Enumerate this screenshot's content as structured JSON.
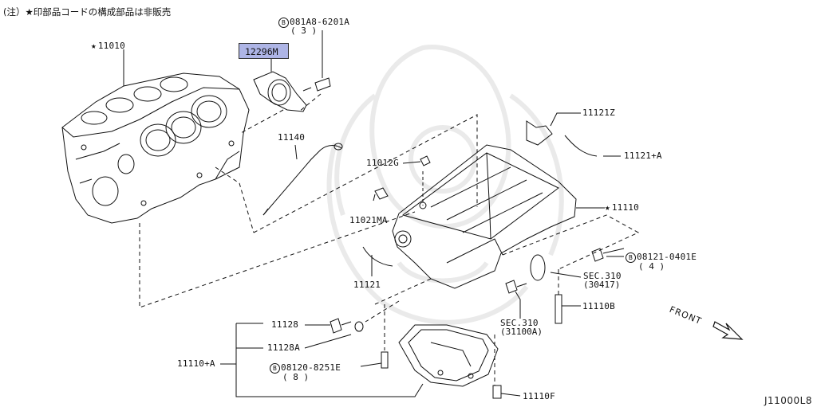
{
  "note": "(注）★印部品コードの構成部品は非販売",
  "figure_number": "J11000L8",
  "front_label": "FRONT",
  "selected_part": "12296M",
  "parts": {
    "p11010": "11010",
    "p081A8": "081A8-6201A",
    "p081A8_qty": "( 3 )",
    "p11140": "11140",
    "p11012G": "11012G",
    "p11021MA": "11021MA",
    "p11121": "11121",
    "p11121Z": "11121Z",
    "p11121A": "11121+A",
    "p11110": "11110",
    "p08121": "08121-0401E",
    "p08121_qty": "( 4 )",
    "sec310a": "SEC.310",
    "sec310a_ref": "(30417)",
    "sec310b": "SEC.310",
    "sec310b_ref": "(31100A)",
    "p11110B": "11110B",
    "p11128": "11128",
    "p11128A": "11128A",
    "p11110A": "11110+A",
    "p08120": "08120-8251E",
    "p08120_qty": "( 8 )",
    "p11110F": "11110F"
  },
  "symbols": {
    "star": "★",
    "circled_b": "B"
  },
  "icons": [
    "cylinder-block-icon",
    "oil-seal-retainer-icon",
    "bolt-icon",
    "dipstick-icon",
    "upper-oil-pan-icon",
    "lower-oil-pan-icon",
    "gasket-icon",
    "front-arrow-icon"
  ]
}
